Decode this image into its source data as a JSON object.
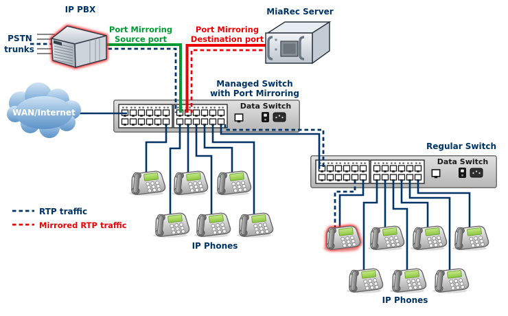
{
  "colors": {
    "navy": "#003366",
    "green": "#009933",
    "red": "#ee0000",
    "panel_text": "#1a1a1a",
    "white": "#ffffff",
    "cloud_top": "#c9e0f2",
    "cloud_bottom": "#5e93c8",
    "switch_body": "#cfcfcf",
    "phone_screen": "#9fd65e",
    "glow": "#ff2020"
  },
  "nodes": {
    "ip_pbx": {
      "label": "IP PBX"
    },
    "pstn": {
      "line1": "PSTN",
      "line2": "trunks"
    },
    "miarec_server": {
      "label": "MiaRec Server"
    },
    "managed_switch": {
      "label_line1": "Managed Switch",
      "label_line2": "with Port Mirroring",
      "panel_label": "Data Switch"
    },
    "regular_switch": {
      "label": "Regular Switch",
      "panel_label": "Data Switch"
    },
    "wan": {
      "label": "WAN/Internet"
    },
    "ip_phones_left": {
      "label": "IP Phones"
    },
    "ip_phones_right": {
      "label": "IP Phones"
    }
  },
  "annotations": {
    "source_port": {
      "line1": "Port Mirroring",
      "line2": "Source port"
    },
    "destination_port": {
      "line1": "Port Mirroring",
      "line2": "Destination port"
    }
  },
  "legend": {
    "rtp": "RTP traffic",
    "mirrored": "Mirrored RTP traffic"
  }
}
